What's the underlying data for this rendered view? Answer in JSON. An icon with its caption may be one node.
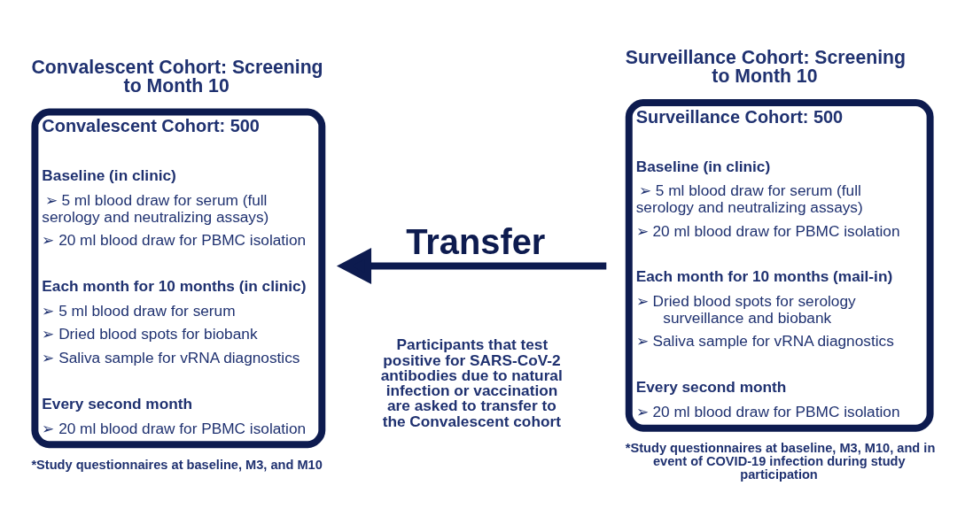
{
  "diagram": {
    "nodes": [
      {
        "text": [
          "Convalescent Cohort: Screening to Month 10",
          "Convalescent Cohort: 500",
          "Baseline (in clinic)",
          "➢ 5 ml blood draw for serum (full serology and neutralizing assays)",
          "➢ 20 ml blood draw for PBMC isolation",
          "Each month for 10 months (in clinic)",
          "➢ 5 ml blood draw for serum",
          "➢ Dried blood spots for biobank",
          "➢ Saliva sample for vRNA diagnostics",
          "Every second month",
          "➢ 20 ml blood draw for PBMC isolation"
        ],
        "beside": [
          "*Study questionnaires at baseline, M3, and M10"
        ]
      },
      {
        "text": [
          "Surveillance Cohort: Screening to Month 10",
          "Surveillance Cohort: 500",
          "Baseline (in clinic)",
          "➢ 5 ml blood draw for serum (full serology and neutralizing assays)",
          "➢ 20 ml blood draw for PBMC isolation",
          "Each month for 10 months (mail-in)",
          "➢ Dried blood spots for serology surveillance and biobank",
          "➢ Saliva sample for vRNA diagnostics",
          "Every second month",
          "➢ 20 ml blood draw for PBMC isolation"
        ],
        "beside": [
          "*Study questionnaires at baseline, M3, M10, and in event of COVID-19 infection during study participation"
        ]
      }
    ],
    "edges": [
      {
        "from": 1,
        "to": 0,
        "arrow": "to",
        "label": "Transfer"
      }
    ],
    "labels": [
      "Participants that test positive for SARS-CoV-2 antibodies due to natural infection or vaccination are asked to transfer to the Convalescent cohort"
    ]
  }
}
